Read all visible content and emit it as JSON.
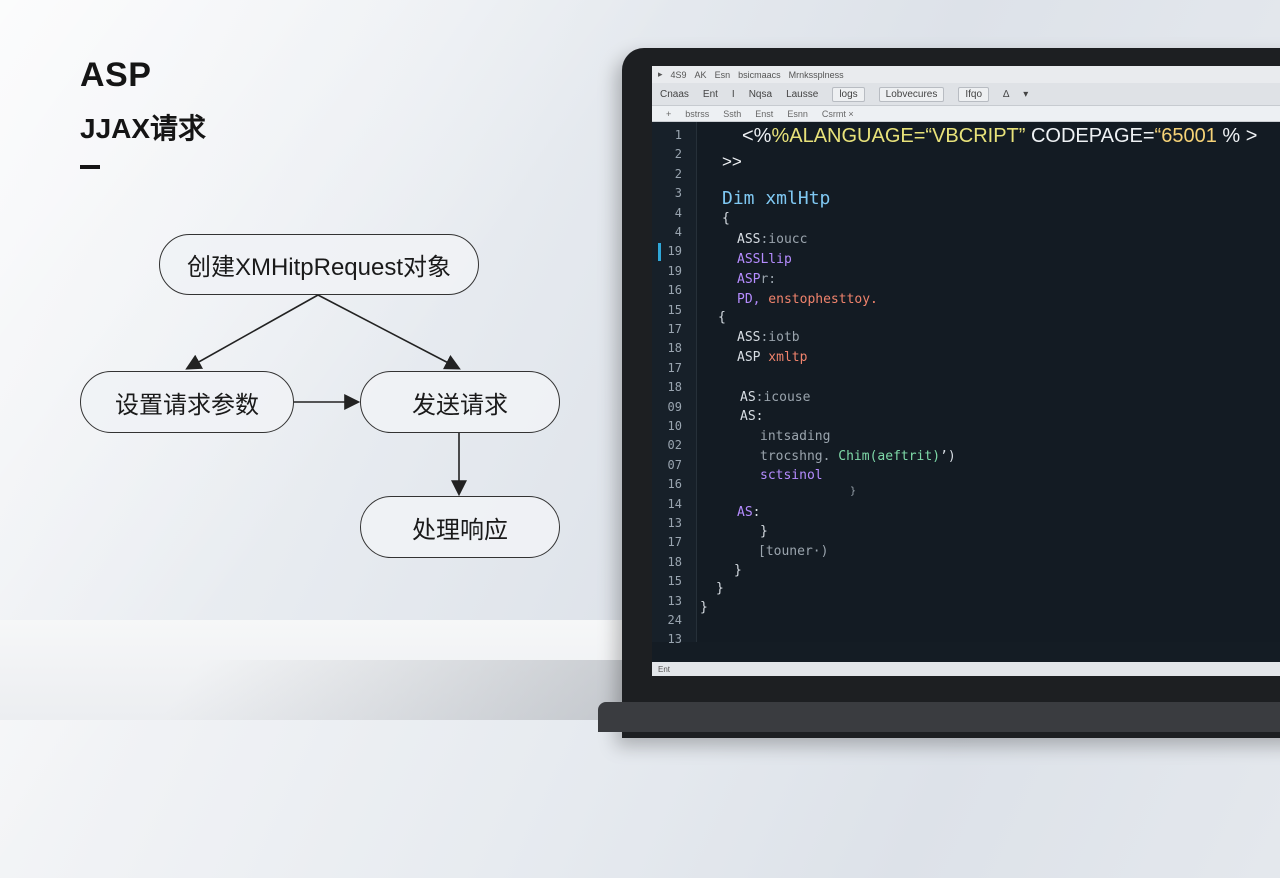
{
  "slide": {
    "title": "ASP",
    "subtitle": "JJAX请求"
  },
  "flowchart": {
    "nodes": {
      "create": "创建XMHitpRequest对象",
      "params": "设置请求参数",
      "send": "发送请求",
      "handle": "处理响应"
    }
  },
  "editor": {
    "menubar": [
      "▸",
      "4S9",
      "AK",
      "Esn",
      "bsicmaacs",
      "Mrnkssplness"
    ],
    "toolbar": [
      "Cnaas",
      "Ent",
      "I",
      "Nqsa",
      "Lausse",
      "logs",
      "Lobvecures",
      "Ifqo",
      "∆",
      "▾"
    ],
    "tabs": [
      "+",
      "bstrss",
      "Ssth",
      "Enst",
      "Esnn",
      "Csrmt ×"
    ],
    "line_numbers": [
      "1",
      "2",
      "2",
      "3",
      "4",
      "4",
      "19",
      "19",
      "16",
      "15",
      "17",
      "18",
      "17",
      "18",
      "09",
      "10",
      "02",
      "07",
      "16",
      "14",
      "13",
      "17",
      "18",
      "15",
      "13",
      "24",
      "13"
    ],
    "code": {
      "l1_open": "<%",
      "l1_mid": "%ALANGUAGE=",
      "l1_str": "“VBCRIPT”",
      "l1_attr": " CODEPAGE=",
      "l1_num": "“65001",
      "l1_close": " % >",
      "l2": ">>",
      "dim": "Dim xmlHtp",
      "brace_open": "{",
      "a1": "ASS",
      "a1_rest": ":ioucc",
      "a2": "ASS",
      "a2_rest": "Llip",
      "a3": "ASP",
      "a3_rest": "r:",
      "a4": "PD,",
      "a4_rest": " enstophesttoy.",
      "brace_open2": "{",
      "b1": "ASS",
      "b1_rest": ":iotb",
      "b2": "ASP",
      "b2_rest": " xmltp",
      "c1": "AS",
      "c1_rest": ":icouse",
      "c2": "AS",
      "c2_rest": ":",
      "d1": "intsading",
      "d2": "trocshng.",
      "d2_fn": " Chim(aeftrit)",
      "d2_end": "’)",
      "d3": "sctsinol",
      "d4": "}",
      "e1": "AS",
      "e1_rest": ":",
      "e2": "}",
      "e3": "[touner·)",
      "f1": "}",
      "f2": "}",
      "f3": "}"
    },
    "status": "Ent"
  }
}
